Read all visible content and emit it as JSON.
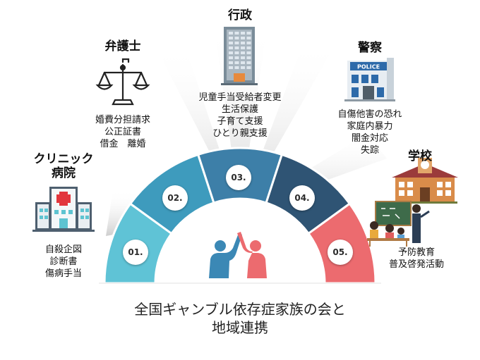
{
  "title": {
    "line1": "全国ギャンブル依存症家族の会と",
    "line2": "地域連携"
  },
  "segments": [
    {
      "number": "01.",
      "color": "#5fc3d6"
    },
    {
      "number": "02.",
      "color": "#3e9bbd"
    },
    {
      "number": "03.",
      "color": "#3d7fa8"
    },
    {
      "number": "04.",
      "color": "#2f5474"
    },
    {
      "number": "05.",
      "color": "#ec6b6f"
    }
  ],
  "partners": {
    "clinic": {
      "title_l1": "クリニック",
      "title_l2": "病院",
      "items": [
        "自殺企図",
        "診断書",
        "傷病手当"
      ]
    },
    "lawyer": {
      "title": "弁護士",
      "items": [
        "婚費分担請求",
        "公正証書",
        "借金　離婚"
      ]
    },
    "admin": {
      "title": "行政",
      "items": [
        "児童手当受給者変更",
        "生活保護",
        "子育て支援",
        "ひとり親支援"
      ]
    },
    "police": {
      "title": "警察",
      "sign": "POLICE",
      "items": [
        "自傷他害の恐れ",
        "家庭内暴力",
        "闇金対応",
        "失踪"
      ]
    },
    "school": {
      "title": "学校",
      "items": [
        "予防教育",
        "普及啓発活動"
      ]
    }
  },
  "icons": [
    "hospital-icon",
    "scales-of-justice-icon",
    "office-building-icon",
    "police-station-icon",
    "school-icon",
    "teacher-students-icon",
    "high-five-icon"
  ]
}
